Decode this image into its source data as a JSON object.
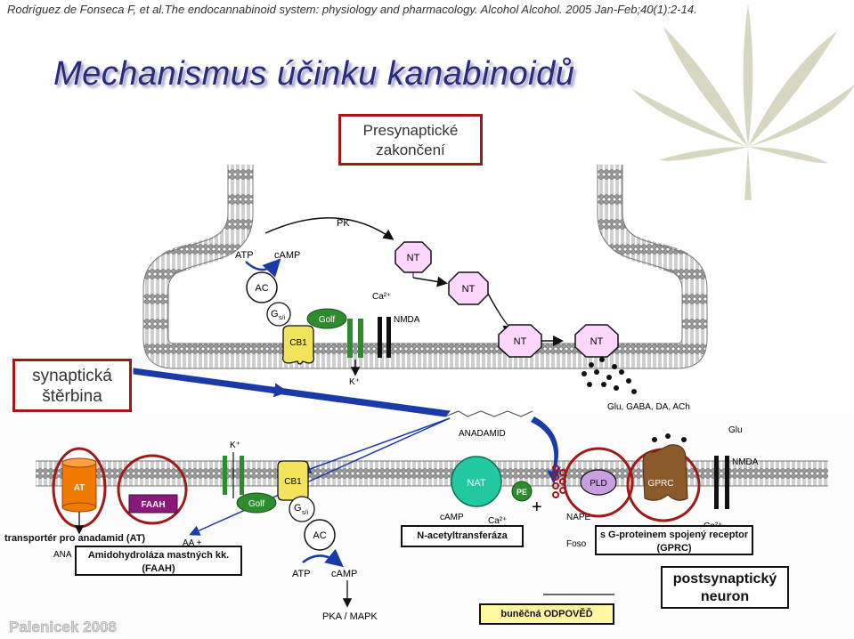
{
  "citation": "Rodríguez de Fonseca F, et al.The endocannabinoid system: physiology and pharmacology. Alcohol Alcohol. 2005 Jan-Feb;40(1):2-14.",
  "title": "Mechanismus účinku kanabinoidů",
  "presynaptic_box": [
    "Presynaptické",
    "zakončení"
  ],
  "synaptic_cleft_box": [
    "synaptická",
    "štěrbina"
  ],
  "postsynaptic_box": [
    "postsynaptický",
    "neuron"
  ],
  "faah_box": [
    "Amidohydroláza mastných kk.",
    "(FAAH)"
  ],
  "at_box": "transportér pro anadamid (AT)",
  "gprc_box": [
    "s G-proteinem spojený receptor",
    "(GPRC)"
  ],
  "response_box": "buněčná ODPOVĚĎ",
  "nat_box": "N-acetyltransferáza",
  "pre": {
    "pk": "PK",
    "atp": "ATP",
    "camp": "cAMP",
    "nt_top": "NT",
    "ac": "AC",
    "ca": "Ca²⁺",
    "nt_mid": "NT",
    "g": "G",
    "g_sub": "s/i",
    "golf": "Golf",
    "nmda": "NMDA",
    "cb1": "CB1",
    "nt_low1": "NT",
    "nt_low2": "NT",
    "k": "K⁺"
  },
  "cleft": {
    "neurotransmitters": "Glu, GABA, DA, ACh",
    "anandamide": "ANADAMID",
    "glu": "Glu"
  },
  "post": {
    "k": "K⁺",
    "at": "AT",
    "faah": "FAAH",
    "golf": "Golf",
    "cb1": "CB1",
    "g": "G",
    "g_sub": "s/i",
    "ac": "AC",
    "atp": "ATP",
    "camp": "cAMP",
    "pka": "PKA / MAPK",
    "nat": "NAT",
    "pe": "PE",
    "plus": "+",
    "pld": "PLD",
    "gprc": "GPRC",
    "nmda": "NMDA",
    "camp2": "cAMP",
    "ca2": "Ca²⁺",
    "nape": "NAPE",
    "foso": "Foso",
    "aa": "AA +",
    "ana": "ANA",
    "ca3": "Ca²⁺"
  },
  "credit": "Palenicek 2008",
  "colors": {
    "title": "#2a2a7a",
    "box_border": "#a01818",
    "nt_fill": "#ffd6ff",
    "cb1_fill": "#f2e35a",
    "green_enzyme": "#2e8b2e",
    "nat_fill": "#22c8a0",
    "pld_fill": "#c8a0e0",
    "gprc_fill": "#8b5a2b",
    "faah_fill": "#8a1a7a",
    "at_fill": "#f07a00",
    "arrow_blue": "#1a3aa8"
  },
  "icons": [
    "cannabis-leaf-icon",
    "membrane-icon"
  ]
}
